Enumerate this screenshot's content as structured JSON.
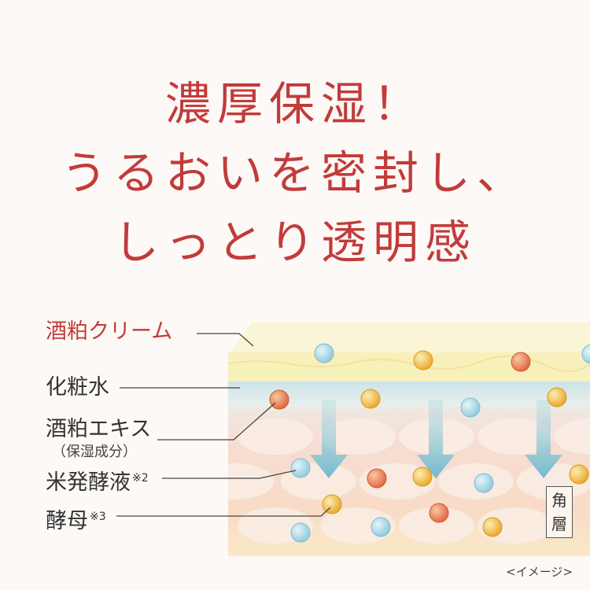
{
  "headline": {
    "line1": "濃厚保湿！",
    "line2": "うるおいを密封し、",
    "line3": "しっとり透明感"
  },
  "labels": {
    "sakekasu_cream": "酒粕クリーム",
    "keshousui": "化粧水",
    "sakekasu_extract": "酒粕エキス",
    "sakekasu_extract_note": "（保湿成分）",
    "kome_hakkou": "米発酵液",
    "kome_hakkou_ref": "※2",
    "koubo": "酵母",
    "koubo_ref": "※3"
  },
  "stratum": {
    "top": "角",
    "bottom": "層"
  },
  "caption": "<イメージ>",
  "colors": {
    "accent_red": "#c23b3b",
    "cream_layer": "#f8f2c4",
    "lotion_layer": "#cfe4ea",
    "arrow": "#7fc0d3"
  }
}
